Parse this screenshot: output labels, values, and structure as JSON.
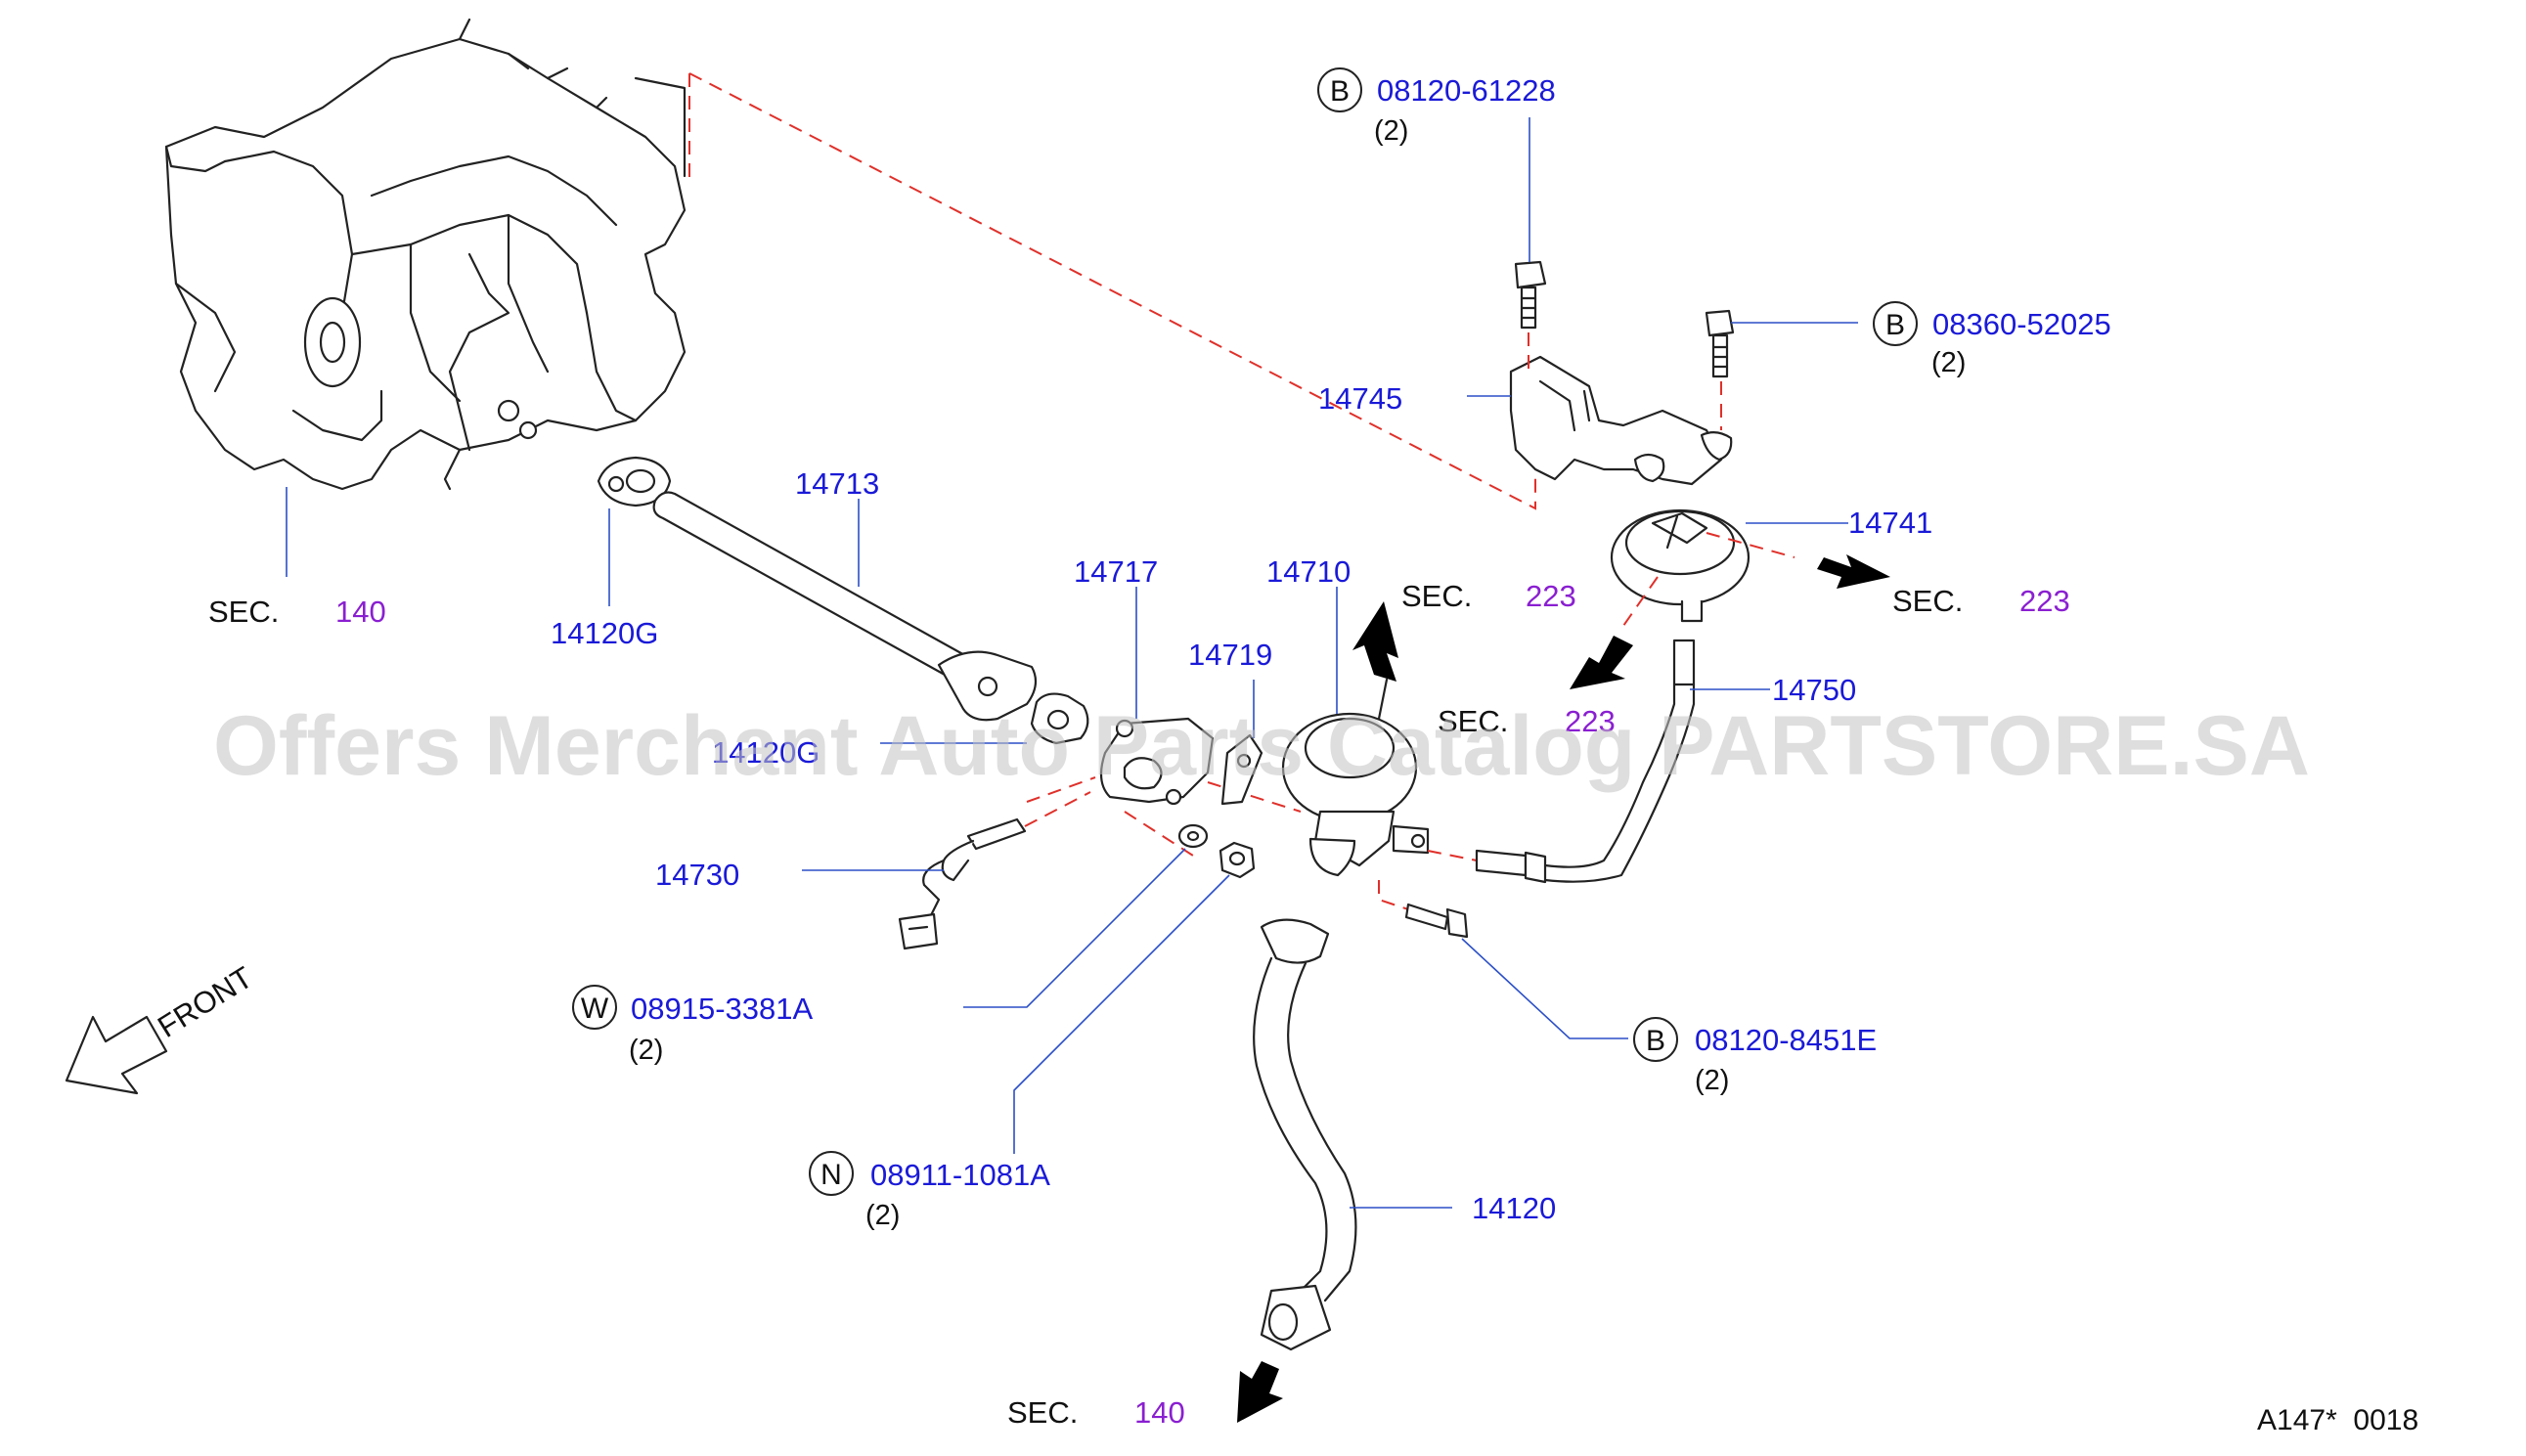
{
  "watermark": "Offers Merchant Auto Parts Catalog PARTSTORE.SA",
  "diagram_ref": "A147*  0018",
  "front_label": "FRONT",
  "part_numbers": {
    "p14713": "14713",
    "p14120G_top": "14120G",
    "p14120G_mid": "14120G",
    "p14717": "14717",
    "p14710": "14710",
    "p14719": "14719",
    "p14730": "14730",
    "p14745": "14745",
    "p14741": "14741",
    "p14750": "14750",
    "p14120": "14120"
  },
  "fasteners": [
    {
      "prefix": "B",
      "number": "08120-61228",
      "qty": "(2)"
    },
    {
      "prefix": "B",
      "number": "08360-52025",
      "qty": "(2)"
    },
    {
      "prefix": "W",
      "number": "08915-3381A",
      "qty": "(2)"
    },
    {
      "prefix": "B",
      "number": "08120-8451E",
      "qty": "(2)"
    },
    {
      "prefix": "N",
      "number": "08911-1081A",
      "qty": "(2)"
    }
  ],
  "section_refs": [
    {
      "label": "SEC.",
      "num": "140"
    },
    {
      "label": "SEC.",
      "num": "223"
    },
    {
      "label": "SEC.",
      "num": "223"
    },
    {
      "label": "SEC.",
      "num": "223"
    },
    {
      "label": "SEC.",
      "num": "140"
    }
  ],
  "colors": {
    "part_number": "#1a1ad8",
    "section_number": "#8a1fd1",
    "leader_line": "#2b4fc7",
    "dashed_line": "#e0302a"
  }
}
